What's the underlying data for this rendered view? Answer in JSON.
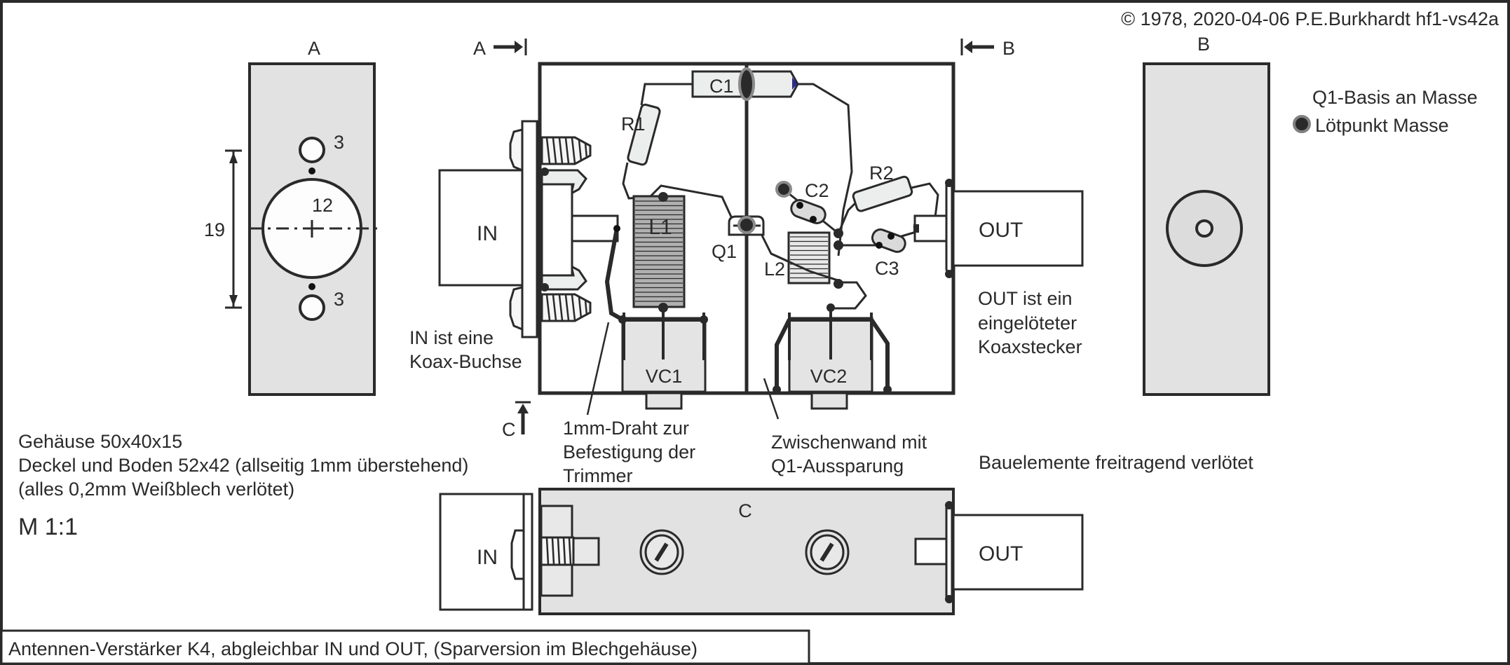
{
  "header": {
    "copyright": "© 1978, 2020-04-06 P.E.Burkhardt hf1-vs42a"
  },
  "legend": {
    "line1": "Q1-Basis an Masse",
    "line2": "Lötpunkt Masse",
    "marker_icon": "solder-point-icon",
    "marker_color": "#2a2a2a"
  },
  "view_a": {
    "title": "A",
    "hole_top_label": "3",
    "hole_bottom_label": "3",
    "center_hole_label": "12",
    "dimension_label": "19"
  },
  "view_b": {
    "title": "B"
  },
  "section_markers": {
    "a": "A",
    "b": "B",
    "c": "C"
  },
  "main_view": {
    "components": {
      "c1": "C1",
      "r1": "R1",
      "l1": "L1",
      "q1": "Q1",
      "c2": "C2",
      "r2": "R2",
      "l2": "L2",
      "c3": "C3",
      "vc1": "VC1",
      "vc2": "VC2"
    },
    "connector_in": "IN",
    "connector_out": "OUT",
    "note_in": [
      "IN ist eine",
      "Koax-Buchse"
    ],
    "note_out": [
      "OUT ist ein",
      "eingelöteter",
      "Koaxstecker"
    ],
    "note_wire": [
      "1mm-Draht zur",
      "Befestigung der",
      "Trimmer"
    ],
    "note_wall": [
      "Zwischenwand mit",
      "Q1-Aussparung"
    ]
  },
  "notes": {
    "housing": [
      "Gehäuse 50x40x15",
      "Deckel und Boden 52x42 (allseitig 1mm überstehend)",
      "(alles 0,2mm Weißblech verlötet)"
    ],
    "scale": "M 1:1",
    "components_note": "Bauelemente freitragend verlötet"
  },
  "view_c": {
    "title": "C",
    "connector_in": "IN",
    "connector_out": "OUT"
  },
  "footer": {
    "title": "Antennen-Verstärker K4, abgleichbar IN und OUT, (Sparversion im Blechgehäuse)"
  },
  "colors": {
    "ink": "#2a2a2a",
    "panel_fill": "#e1e2e1",
    "coil_fill": "#b0b0b0",
    "component_fill": "#eceeed",
    "trimmer_fill": "#e4e4e4",
    "c1_marker": "#2e2a8a"
  }
}
